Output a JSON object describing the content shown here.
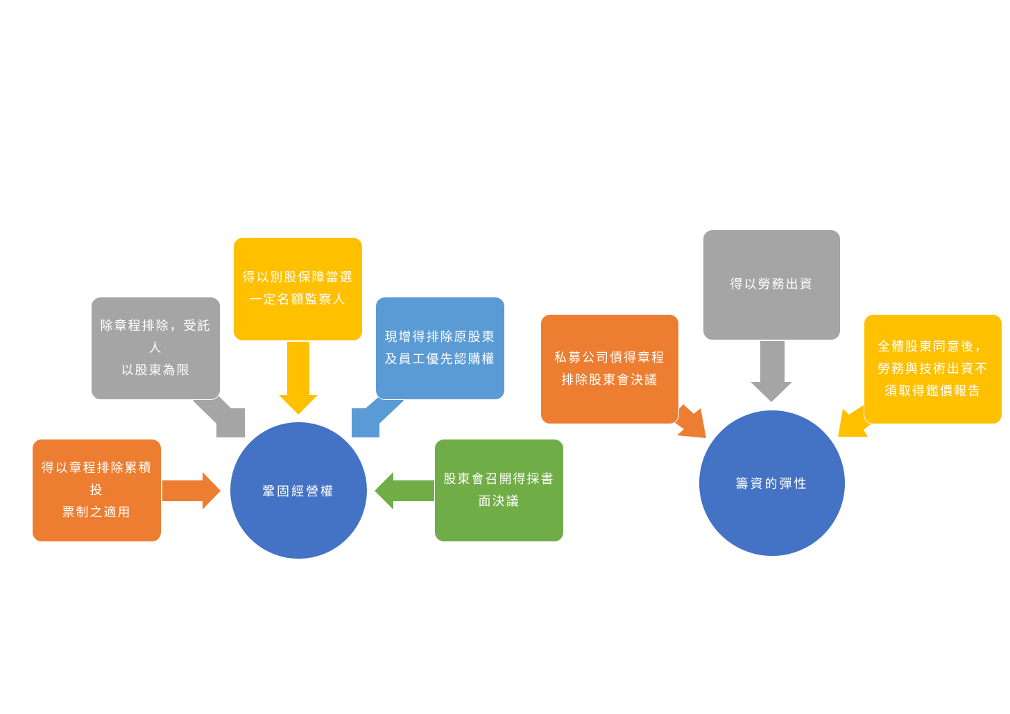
{
  "colors": {
    "orange": "#ED7D31",
    "gray": "#A5A5A5",
    "yellow": "#FFC000",
    "blue": "#5B9BD5",
    "green": "#70AD47",
    "circle": "#4472C4"
  },
  "left_group": {
    "center": "鞏固經營權",
    "boxes": {
      "cumulative_voting": "得以章程排除累積投\n票制之適用",
      "proxy_limit": "除章程排除，受託人\n以股東為限",
      "special_shares": "得以別股保障當選\n一定名額監察人",
      "preemptive_rights": "現增得排除原股東\n及員工優先認購權",
      "written_resolution": "股東會召開得採書\n面決議"
    }
  },
  "right_group": {
    "center": "籌資的彈性",
    "boxes": {
      "private_bonds": "私募公司債得章程\n排除股東會決議",
      "labor_contribution": "得以勞務出資",
      "no_appraisal": "全體股東同意後，\n勞務與技術出資不\n須取得鑑價報告"
    }
  }
}
